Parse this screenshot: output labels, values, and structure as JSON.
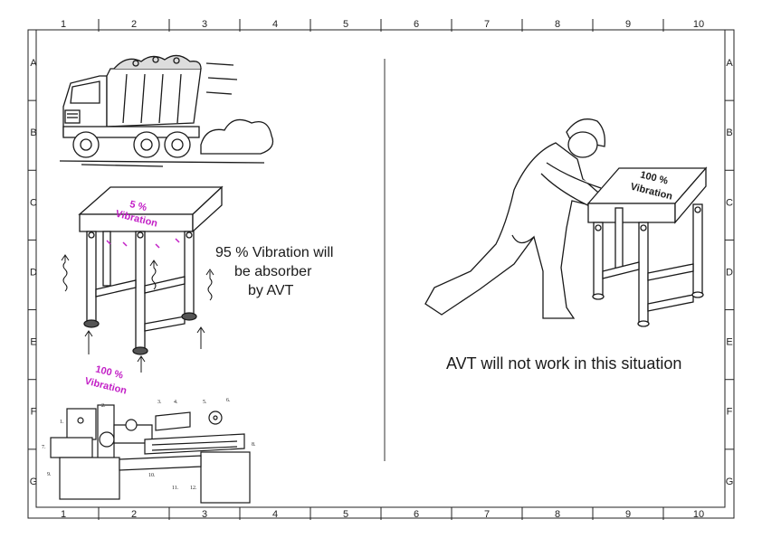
{
  "frame": {
    "columns": [
      "1",
      "2",
      "3",
      "4",
      "5",
      "6",
      "7",
      "8",
      "9",
      "10"
    ],
    "rows": [
      "A",
      "B",
      "C",
      "D",
      "E",
      "F",
      "G"
    ]
  },
  "left_panel": {
    "table_top_text_line1": "5 %",
    "table_top_text_line2": "Vibration",
    "absorb_line1": "95 % Vibration will",
    "absorb_line2": "be absorber",
    "absorb_line3": "by AVT",
    "source_text_line1": "100 %",
    "source_text_line2": "Vibration",
    "lathe_callouts": [
      "1.",
      "2.",
      "3.",
      "4.",
      "5.",
      "6.",
      "7.",
      "8.",
      "9.",
      "10.",
      "11.",
      "12."
    ]
  },
  "right_panel": {
    "table_top_text_line1": "100 %",
    "table_top_text_line2": "Vibration",
    "caption": "AVT will not work in this situation"
  },
  "colors": {
    "magenta": "#c21fc6",
    "ink": "#1a1a1a"
  }
}
